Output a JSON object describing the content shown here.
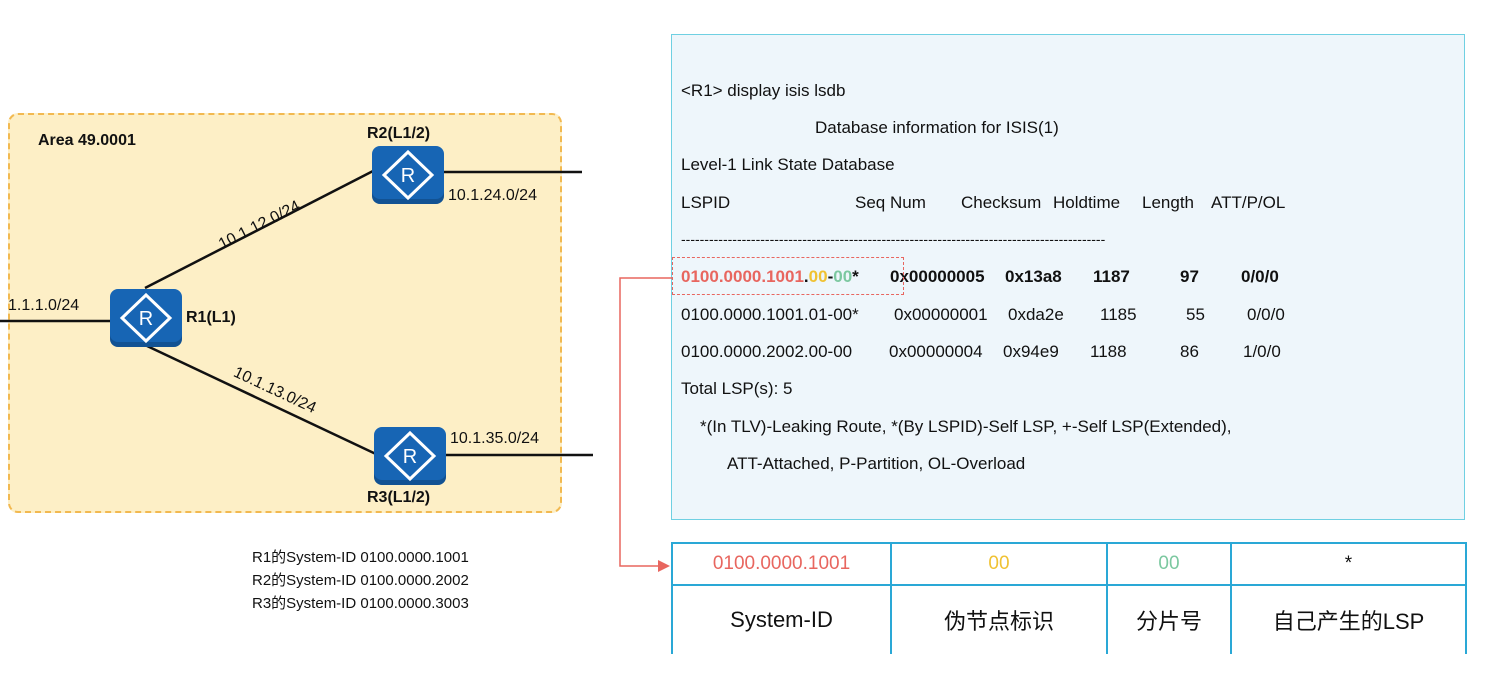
{
  "topology": {
    "area_label": "Area 49.0001",
    "routers": [
      {
        "id": "r1",
        "name": "R1(L1)",
        "glyph": "R"
      },
      {
        "id": "r2",
        "name": "R2(L1/2)",
        "glyph": "R"
      },
      {
        "id": "r3",
        "name": "R3(L1/2)",
        "glyph": "R"
      }
    ],
    "links": {
      "r1_r2": "10.1.12.0/24",
      "r1_r3": "10.1.13.0/24",
      "r1_ext": "1.1.1.0/24",
      "r2_ext": "10.1.24.0/24",
      "r3_ext": "10.1.35.0/24"
    },
    "system_ids": [
      "R1的System-ID 0100.0000.1001",
      "R2的System-ID 0100.0000.2002",
      "R3的System-ID 0100.0000.3003"
    ]
  },
  "terminal": {
    "command": "<R1> display isis lsdb",
    "db_title": "Database information for ISIS(1)",
    "level_title": "Level-1 Link State Database",
    "headers": {
      "lspid": "LSPID",
      "seq": "Seq Num",
      "checksum": "Checksum",
      "holdtime": "Holdtime",
      "length": "Length",
      "flags": "ATT/P/OL"
    },
    "separator": "-------------------------------------------------------------------------------------------",
    "highlight_row": {
      "sysid": "0100.0000.1001",
      "dot": ".",
      "pseudo": "00",
      "dash": "-",
      "frag": "00",
      "self": "*",
      "seq": "0x00000005",
      "checksum": "0x13a8",
      "holdtime": "1187",
      "length": "97",
      "flags": "0/0/0"
    },
    "rows": [
      {
        "lspid": "0100.0000.1001.01-00*",
        "seq": "0x00000001",
        "checksum": "0xda2e",
        "holdtime": "1185",
        "length": "55",
        "flags": "0/0/0"
      },
      {
        "lspid": "0100.0000.2002.00-00",
        "seq": "0x00000004",
        "checksum": "0x94e9",
        "holdtime": "1188",
        "length": "86",
        "flags": "1/0/0"
      }
    ],
    "total": "Total LSP(s): 5",
    "legend1": "*(In TLV)-Leaking Route, *(By LSPID)-Self LSP, +-Self LSP(Extended),",
    "legend2": "ATT-Attached, P-Partition, OL-Overload"
  },
  "breakdown": {
    "values": [
      "0100.0000.1001",
      "00",
      "00",
      "*"
    ],
    "labels": [
      "System-ID",
      "伪节点标识",
      "分片号",
      "自己产生的LSP"
    ]
  },
  "colors": {
    "sysid": "#e8665f",
    "pseudo": "#f0c233",
    "frag": "#7cc8a0",
    "router": "#1765b4",
    "area_fill": "#fdefc6",
    "area_border": "#f2b950"
  }
}
